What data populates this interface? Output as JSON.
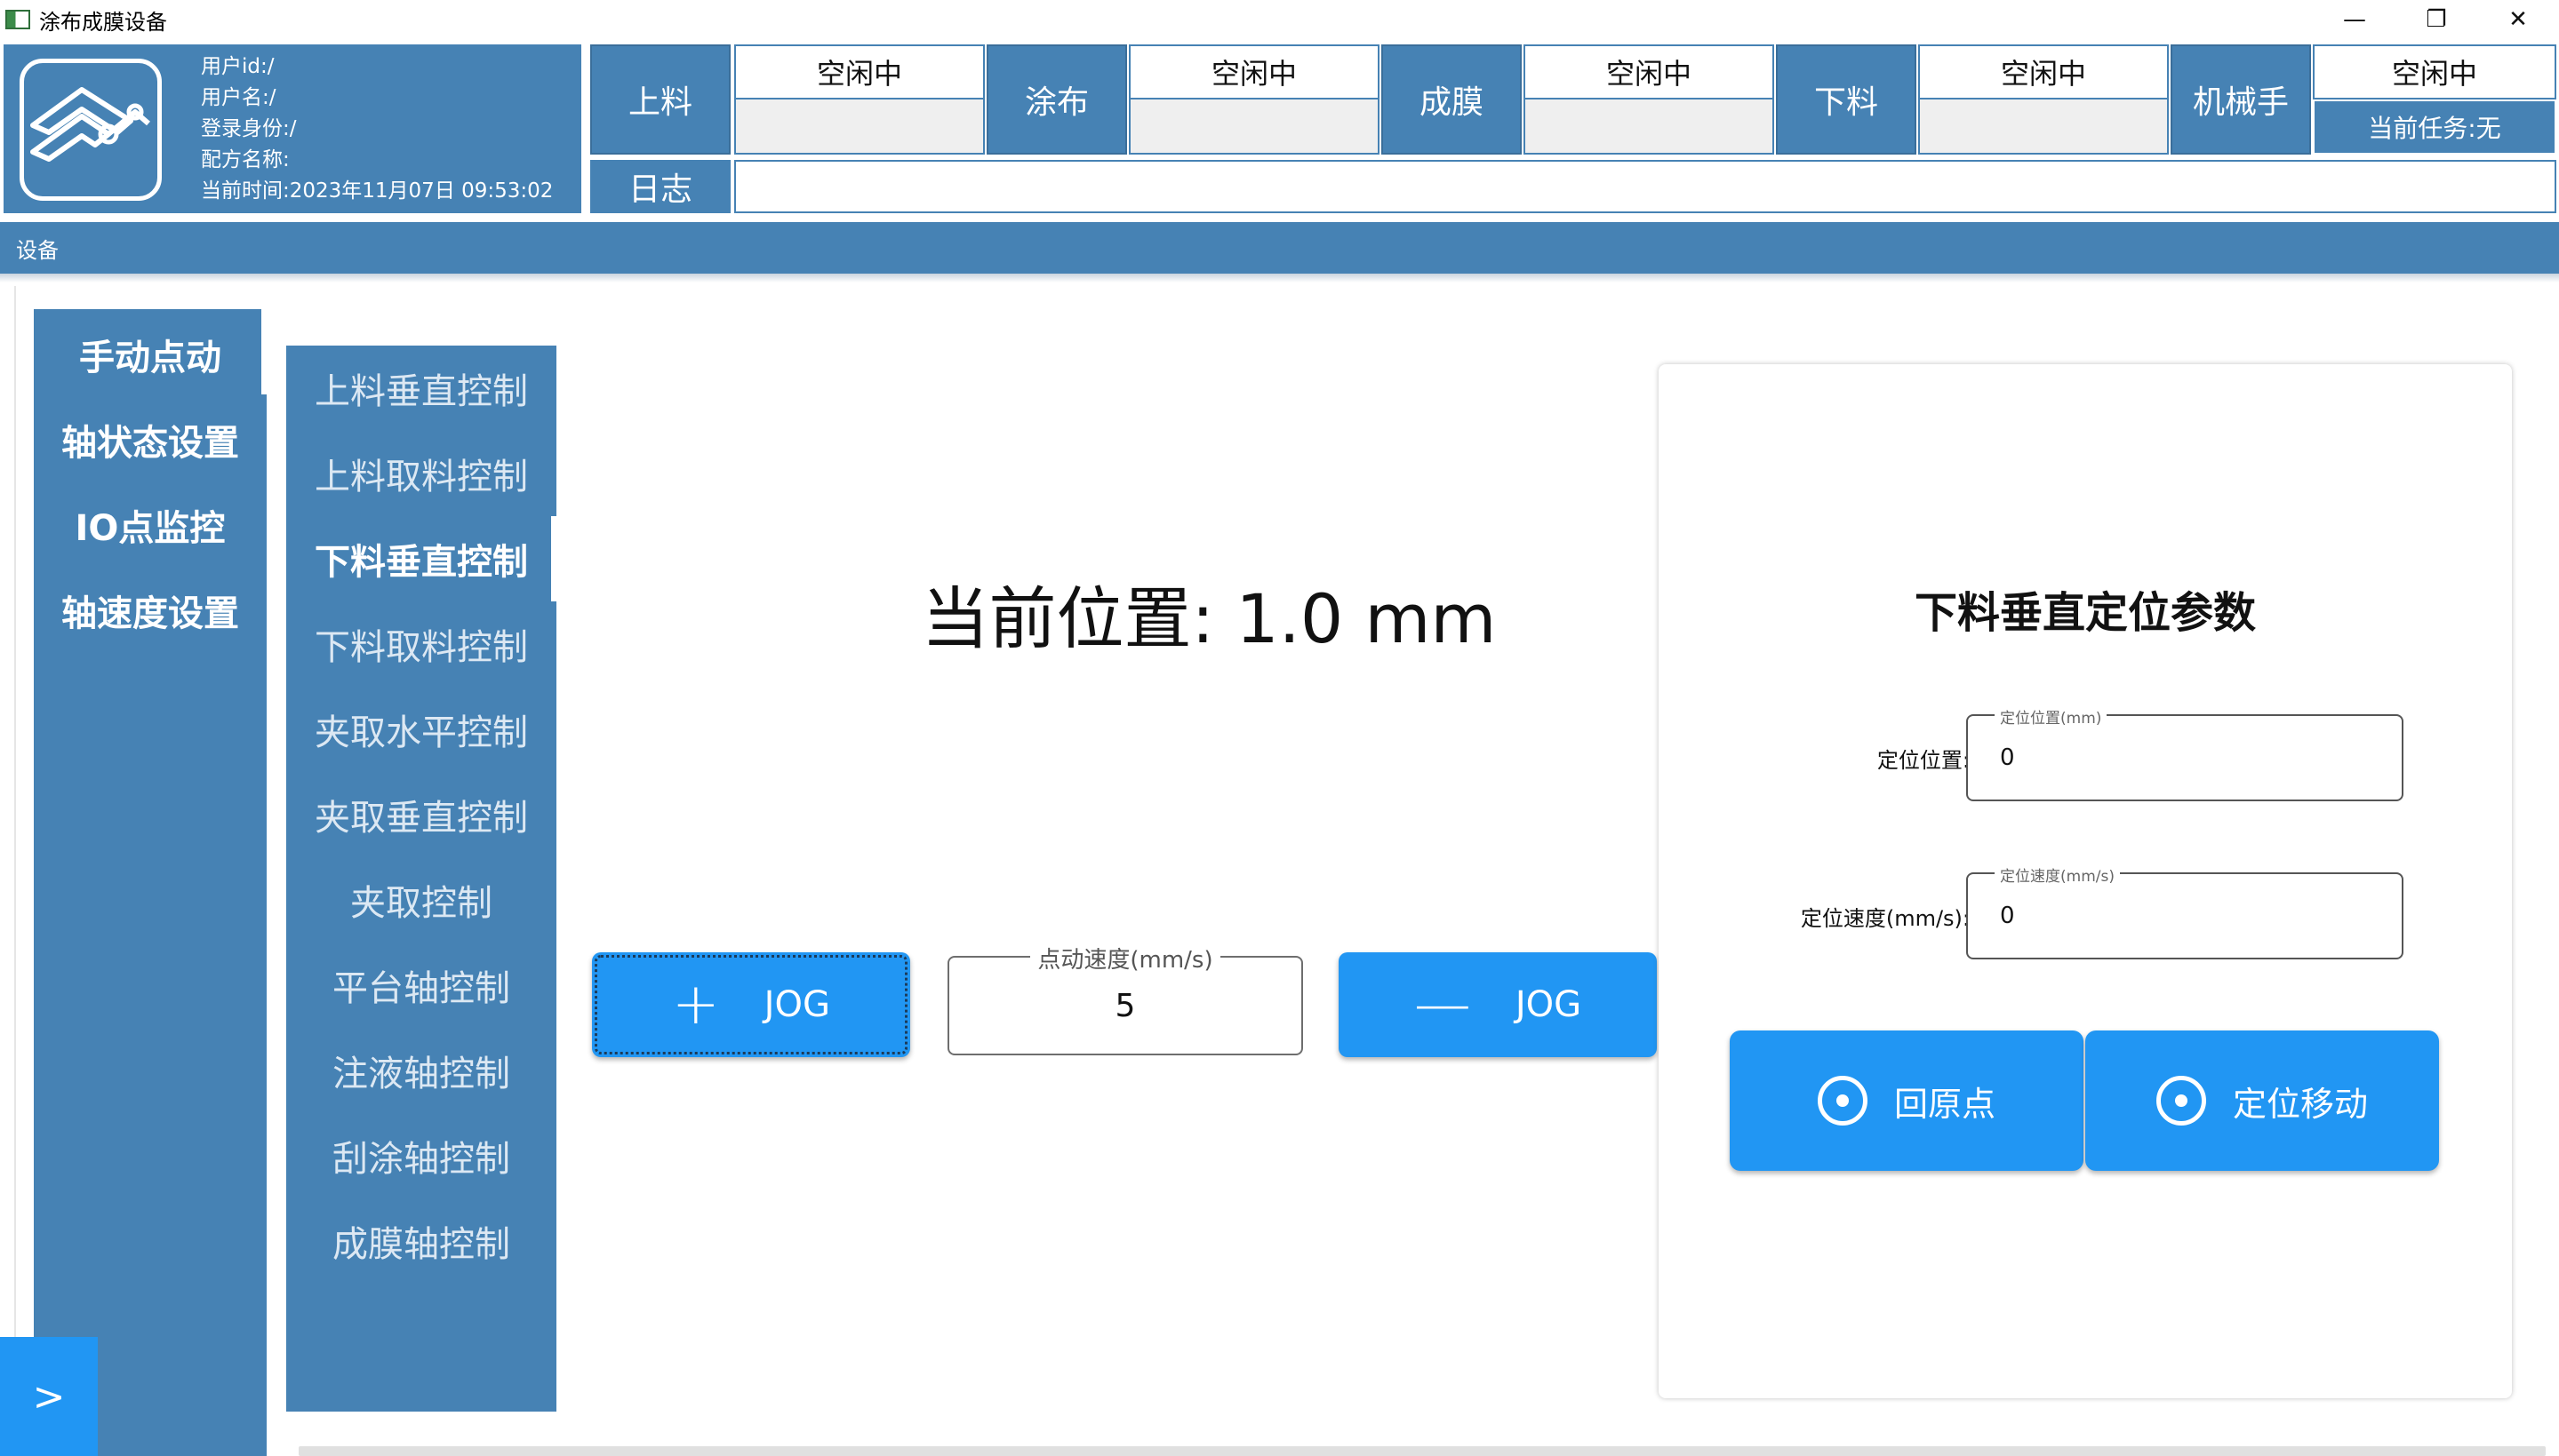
{
  "window": {
    "title": "涂布成膜设备",
    "minimize": "—",
    "restore": "❐",
    "close": "✕"
  },
  "user": {
    "id_line": "用户id:/",
    "name_line": "用户名:/",
    "role_line": "登录身份:/",
    "recipe_line": "配方名称:",
    "time_line": "当前时间:2023年11月07日 09:53:02"
  },
  "stages": [
    {
      "label": "上料",
      "status": "空闲中"
    },
    {
      "label": "涂布",
      "status": "空闲中"
    },
    {
      "label": "成膜",
      "status": "空闲中"
    },
    {
      "label": "下料",
      "status": "空闲中"
    },
    {
      "label": "机械手",
      "status": "空闲中",
      "task": "当前任务:无"
    }
  ],
  "log": {
    "label": "日志",
    "value": ""
  },
  "device_bar": {
    "label": "设备"
  },
  "sidenav": {
    "items": [
      "手动点动",
      "轴状态设置",
      "IO点监控",
      "轴速度设置"
    ],
    "active_index": 0
  },
  "subnav": {
    "items": [
      "上料垂直控制",
      "上料取料控制",
      "下料垂直控制",
      "下料取料控制",
      "夹取水平控制",
      "夹取垂直控制",
      "夹取控制",
      "平台轴控制",
      "注液轴控制",
      "刮涂轴控制",
      "成膜轴控制"
    ],
    "active_index": 2
  },
  "position": {
    "text": "当前位置: 1.0 mm"
  },
  "jog": {
    "plus_symbol": "+",
    "minus_symbol": "—",
    "plus_label": "JOG",
    "minus_label": "JOG",
    "speed_legend": "点动速度(mm/s)",
    "speed_value": "5"
  },
  "param_card": {
    "title": "下料垂直定位参数",
    "pos_label": "定位位置:",
    "pos_hint": "定位位置(mm)",
    "pos_value": "0",
    "speed_label": "定位速度(mm/s):",
    "speed_hint": "定位速度(mm/s)",
    "speed_value": "0",
    "home_button": "回原点",
    "move_button": "定位移动"
  },
  "expand_button": {
    "label": ">"
  },
  "colors": {
    "panel_blue": "#4682b4",
    "button_blue": "#2196f3",
    "white": "#ffffff"
  }
}
